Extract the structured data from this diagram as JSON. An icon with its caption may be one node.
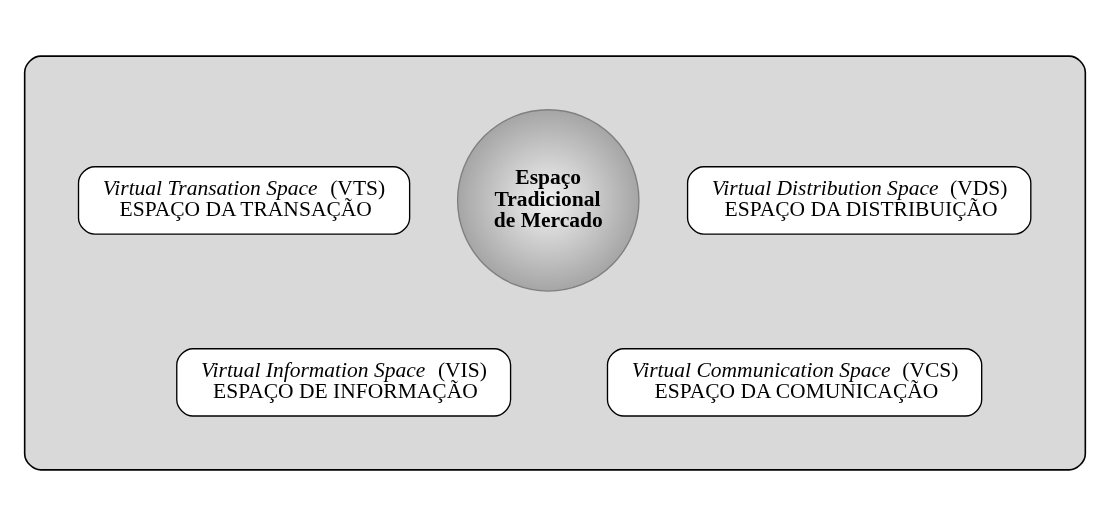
{
  "diagram": {
    "nodes": [
      {
        "text": [],
        "shape": "ellipse"
      },
      {
        "text": [
          "*Virtual Transation Space* (VTS)",
          "ESPAÇO DA TRANSAÇÃO"
        ],
        "in": 0
      },
      {
        "text": [
          "Espaço Tradicional de Mercado"
        ],
        "in": 0
      },
      {
        "text": [
          "*Virtual Distribution Space* (VDS)",
          "ESPAÇO DA DISTRIBUIÇÃO"
        ],
        "in": 0
      },
      {
        "text": [
          "*Virtual Information Space* (VIS)",
          "ESPAÇO DE INFORMAÇÃO"
        ],
        "in": 0
      },
      {
        "text": [
          "*Virtual Communication Space* (VCS)",
          "ESPAÇO DA COMUNICAÇÃO"
        ],
        "in": 0
      }
    ],
    "edges": []
  }
}
